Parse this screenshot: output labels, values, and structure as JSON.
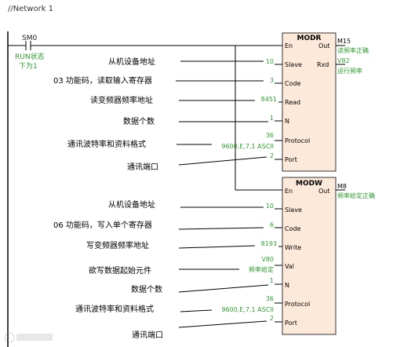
{
  "network_title": "//Network 1",
  "contact": {
    "name": "SM0",
    "comment_line1": "RUN状态",
    "comment_line2": "下为1"
  },
  "blocks": [
    {
      "name": "MODR",
      "pins_left": [
        "En",
        "Slave",
        "Code",
        "Read",
        "N",
        "Protocol",
        "Port"
      ],
      "pin_out": "Out",
      "pin_rxd": "Rxd",
      "inputs": {
        "slave": "10",
        "code": "3",
        "read": "8451",
        "n": "1",
        "protocol_num": "36",
        "protocol_fmt": "9600,E,7,1 ASCII",
        "port": "2"
      },
      "out_coil": "M15",
      "out_comment": "读频率正确",
      "rxd_var": "V82",
      "rxd_comment": "运行频率"
    },
    {
      "name": "MODW",
      "pins_left": [
        "En",
        "Slave",
        "Code",
        "Write",
        "Val",
        "N",
        "Protocol",
        "Port"
      ],
      "pin_out": "Out",
      "inputs": {
        "slave": "10",
        "code": "6",
        "write": "8193",
        "val_var": "V80",
        "val_comment": "频率给定",
        "n": "1",
        "protocol_num": "36",
        "protocol_fmt": "9600,E,7,1 ASCII",
        "port": "2"
      },
      "out_coil": "M8",
      "out_comment": "频率给定正确"
    }
  ],
  "annotations_modr": [
    "从机设备地址",
    "03 功能码，读取输入寄存器",
    "读变频器频率地址",
    "数据个数",
    "通讯波特率和资料格式",
    "通讯端口"
  ],
  "annotations_modw": [
    "从机设备地址",
    "06 功能码，写入单个寄存器",
    "写变频器频率地址",
    "欲写数据起始元件",
    "数据个数",
    "通讯波特率和资料格式",
    "通讯端口"
  ],
  "colors": {
    "block_fill": "#fde9d9",
    "block_border": "#333333",
    "value_green": "#2e9a2e",
    "annotation_line": "#000000"
  }
}
